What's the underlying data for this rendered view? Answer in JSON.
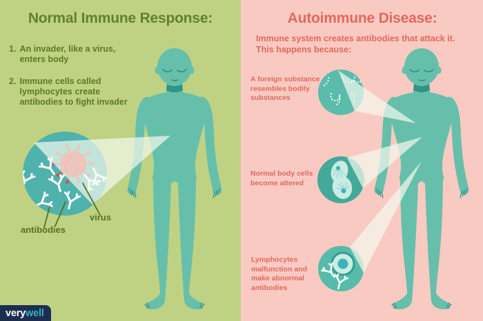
{
  "left_panel": {
    "title": "Normal Immune Response:",
    "steps": [
      {
        "num": "1.",
        "text": "An invader, like a virus,\nenters body"
      },
      {
        "num": "2.",
        "text": "Immune cells called\nlymphocytes create\nantibodies to fight invader"
      }
    ],
    "labels": {
      "antibodies": "antibodies",
      "virus": "virus"
    }
  },
  "right_panel": {
    "title": "Autoimmune Disease:",
    "intro": "Immune system creates antibodies that attack it.\nThis happens because:",
    "callouts": [
      {
        "text": "A foreign substance\nresembles bodily\nsubstances"
      },
      {
        "text": "Normal body cells\nbecome altered"
      },
      {
        "text": "Lymphocytes\nmalfunction and\nmake abnormal\nantibodies"
      }
    ]
  },
  "brand": {
    "part1": "very",
    "part2": "well"
  },
  "colors": {
    "left_bg": "#bfd284",
    "right_bg": "#f9cac2",
    "figure_teal": "#66bfab",
    "figure_detail": "#2f9487",
    "left_circle": "#4fb2ac",
    "virus_red": "#d94f43",
    "virus_detail": "#b93a31",
    "right_circle_1": "#5bbcab",
    "right_circle_2": "#43aa99",
    "right_circle_3": "#58bba9",
    "cell_light": "#c9ece5",
    "spindle": "#8ad2c6",
    "nucleus_teal": "#3fb2b6",
    "lymph_ring": "#2f9e8f",
    "beam": "rgba(244,250,238,0.7)",
    "green_title": "#63802c",
    "green_text": "#5a7a22",
    "label_green": "#55701c",
    "coral": "#e0695c",
    "logo_bg": "#1d2d50",
    "logo_teal": "#2fb5c1",
    "logo_text": "#ffffff",
    "antibody_white": "#ffffff"
  }
}
